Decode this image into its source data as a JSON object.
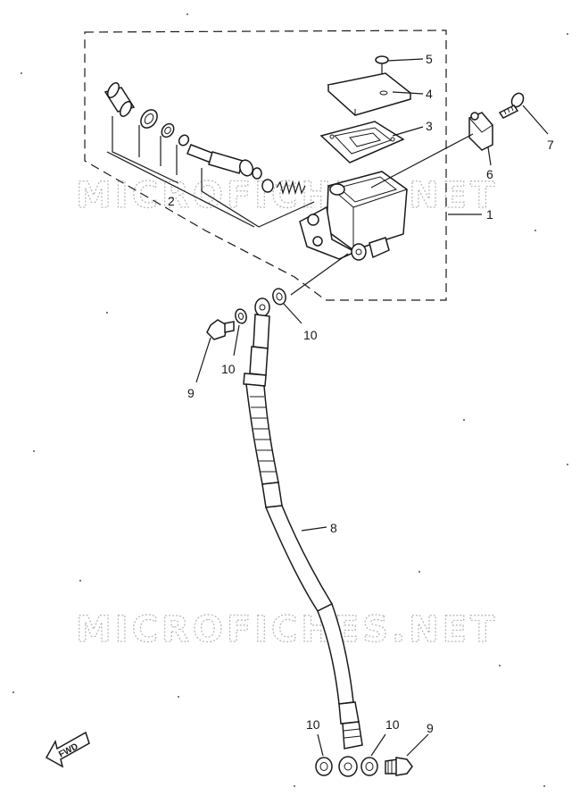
{
  "watermarks": [
    "MICROFICHES.NET",
    "MICROFICHES.NET"
  ],
  "callouts": [
    {
      "id": "1",
      "label": "1"
    },
    {
      "id": "2",
      "label": "2"
    },
    {
      "id": "3",
      "label": "3"
    },
    {
      "id": "4",
      "label": "4"
    },
    {
      "id": "5",
      "label": "5"
    },
    {
      "id": "6",
      "label": "6"
    },
    {
      "id": "7",
      "label": "7"
    },
    {
      "id": "8",
      "label": "8"
    },
    {
      "id": "9a",
      "label": "9"
    },
    {
      "id": "9b",
      "label": "9"
    },
    {
      "id": "10a",
      "label": "10"
    },
    {
      "id": "10b",
      "label": "10"
    },
    {
      "id": "10c",
      "label": "10"
    },
    {
      "id": "10d",
      "label": "10"
    }
  ],
  "fwd_arrow": {
    "label": "FWD"
  }
}
